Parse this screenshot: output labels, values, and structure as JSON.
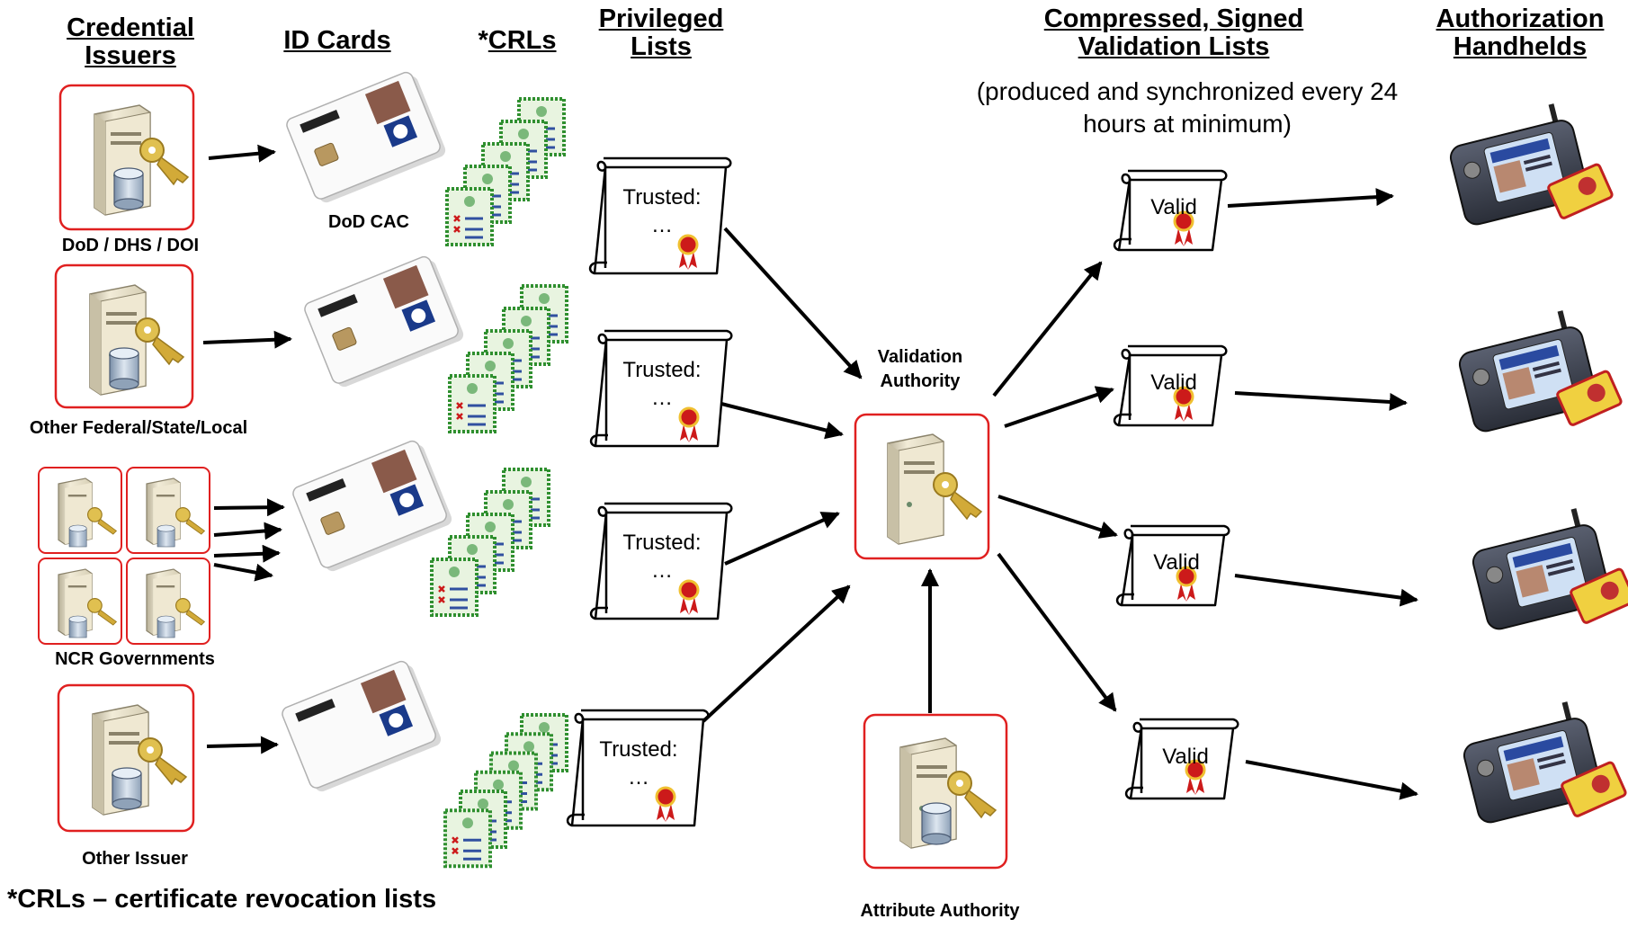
{
  "headers": {
    "credential_issuers": "Credential Issuers",
    "id_cards": "ID Cards",
    "crls_star": "*",
    "crls": "CRLs",
    "privileged_lists": "Privileged Lists",
    "validation_lists": "Compressed, Signed Validation Lists",
    "validation_note": "(produced and synchronized every 24 hours at minimum)",
    "handhelds": "Authorization Handhelds"
  },
  "issuers": [
    {
      "label": "DoD / DHS / DOI"
    },
    {
      "label": "Other Federal/State/Local"
    },
    {
      "label": "NCR Governments"
    },
    {
      "label": "Other Issuer"
    }
  ],
  "cards": {
    "dod_label": "DoD CAC"
  },
  "privileged_lists": [
    {
      "line1": "Trusted:",
      "line2": "…"
    },
    {
      "line1": "Trusted:",
      "line2": "…"
    },
    {
      "line1": "Trusted:",
      "line2": "…"
    },
    {
      "line1": "Trusted:",
      "line2": "…"
    }
  ],
  "validation_lists": [
    {
      "label": "Valid"
    },
    {
      "label": "Valid"
    },
    {
      "label": "Valid"
    },
    {
      "label": "Valid"
    }
  ],
  "authorities": {
    "validation": "Validation Authority",
    "attribute": "Attribute Authority"
  },
  "footnote": "*CRLs – certificate revocation lists",
  "colors": {
    "frame_red": "#e02020",
    "crl_green": "#2f8f2f",
    "arrow": "#000000",
    "server_beige": "#e8e0c8",
    "key_gold": "#c8a030",
    "seal_red": "#cc1a1a"
  },
  "icons": [
    "server-icon",
    "key-icon",
    "database-icon",
    "id-card-icon",
    "certificate-icon",
    "scroll-icon",
    "handheld-reader-icon"
  ]
}
